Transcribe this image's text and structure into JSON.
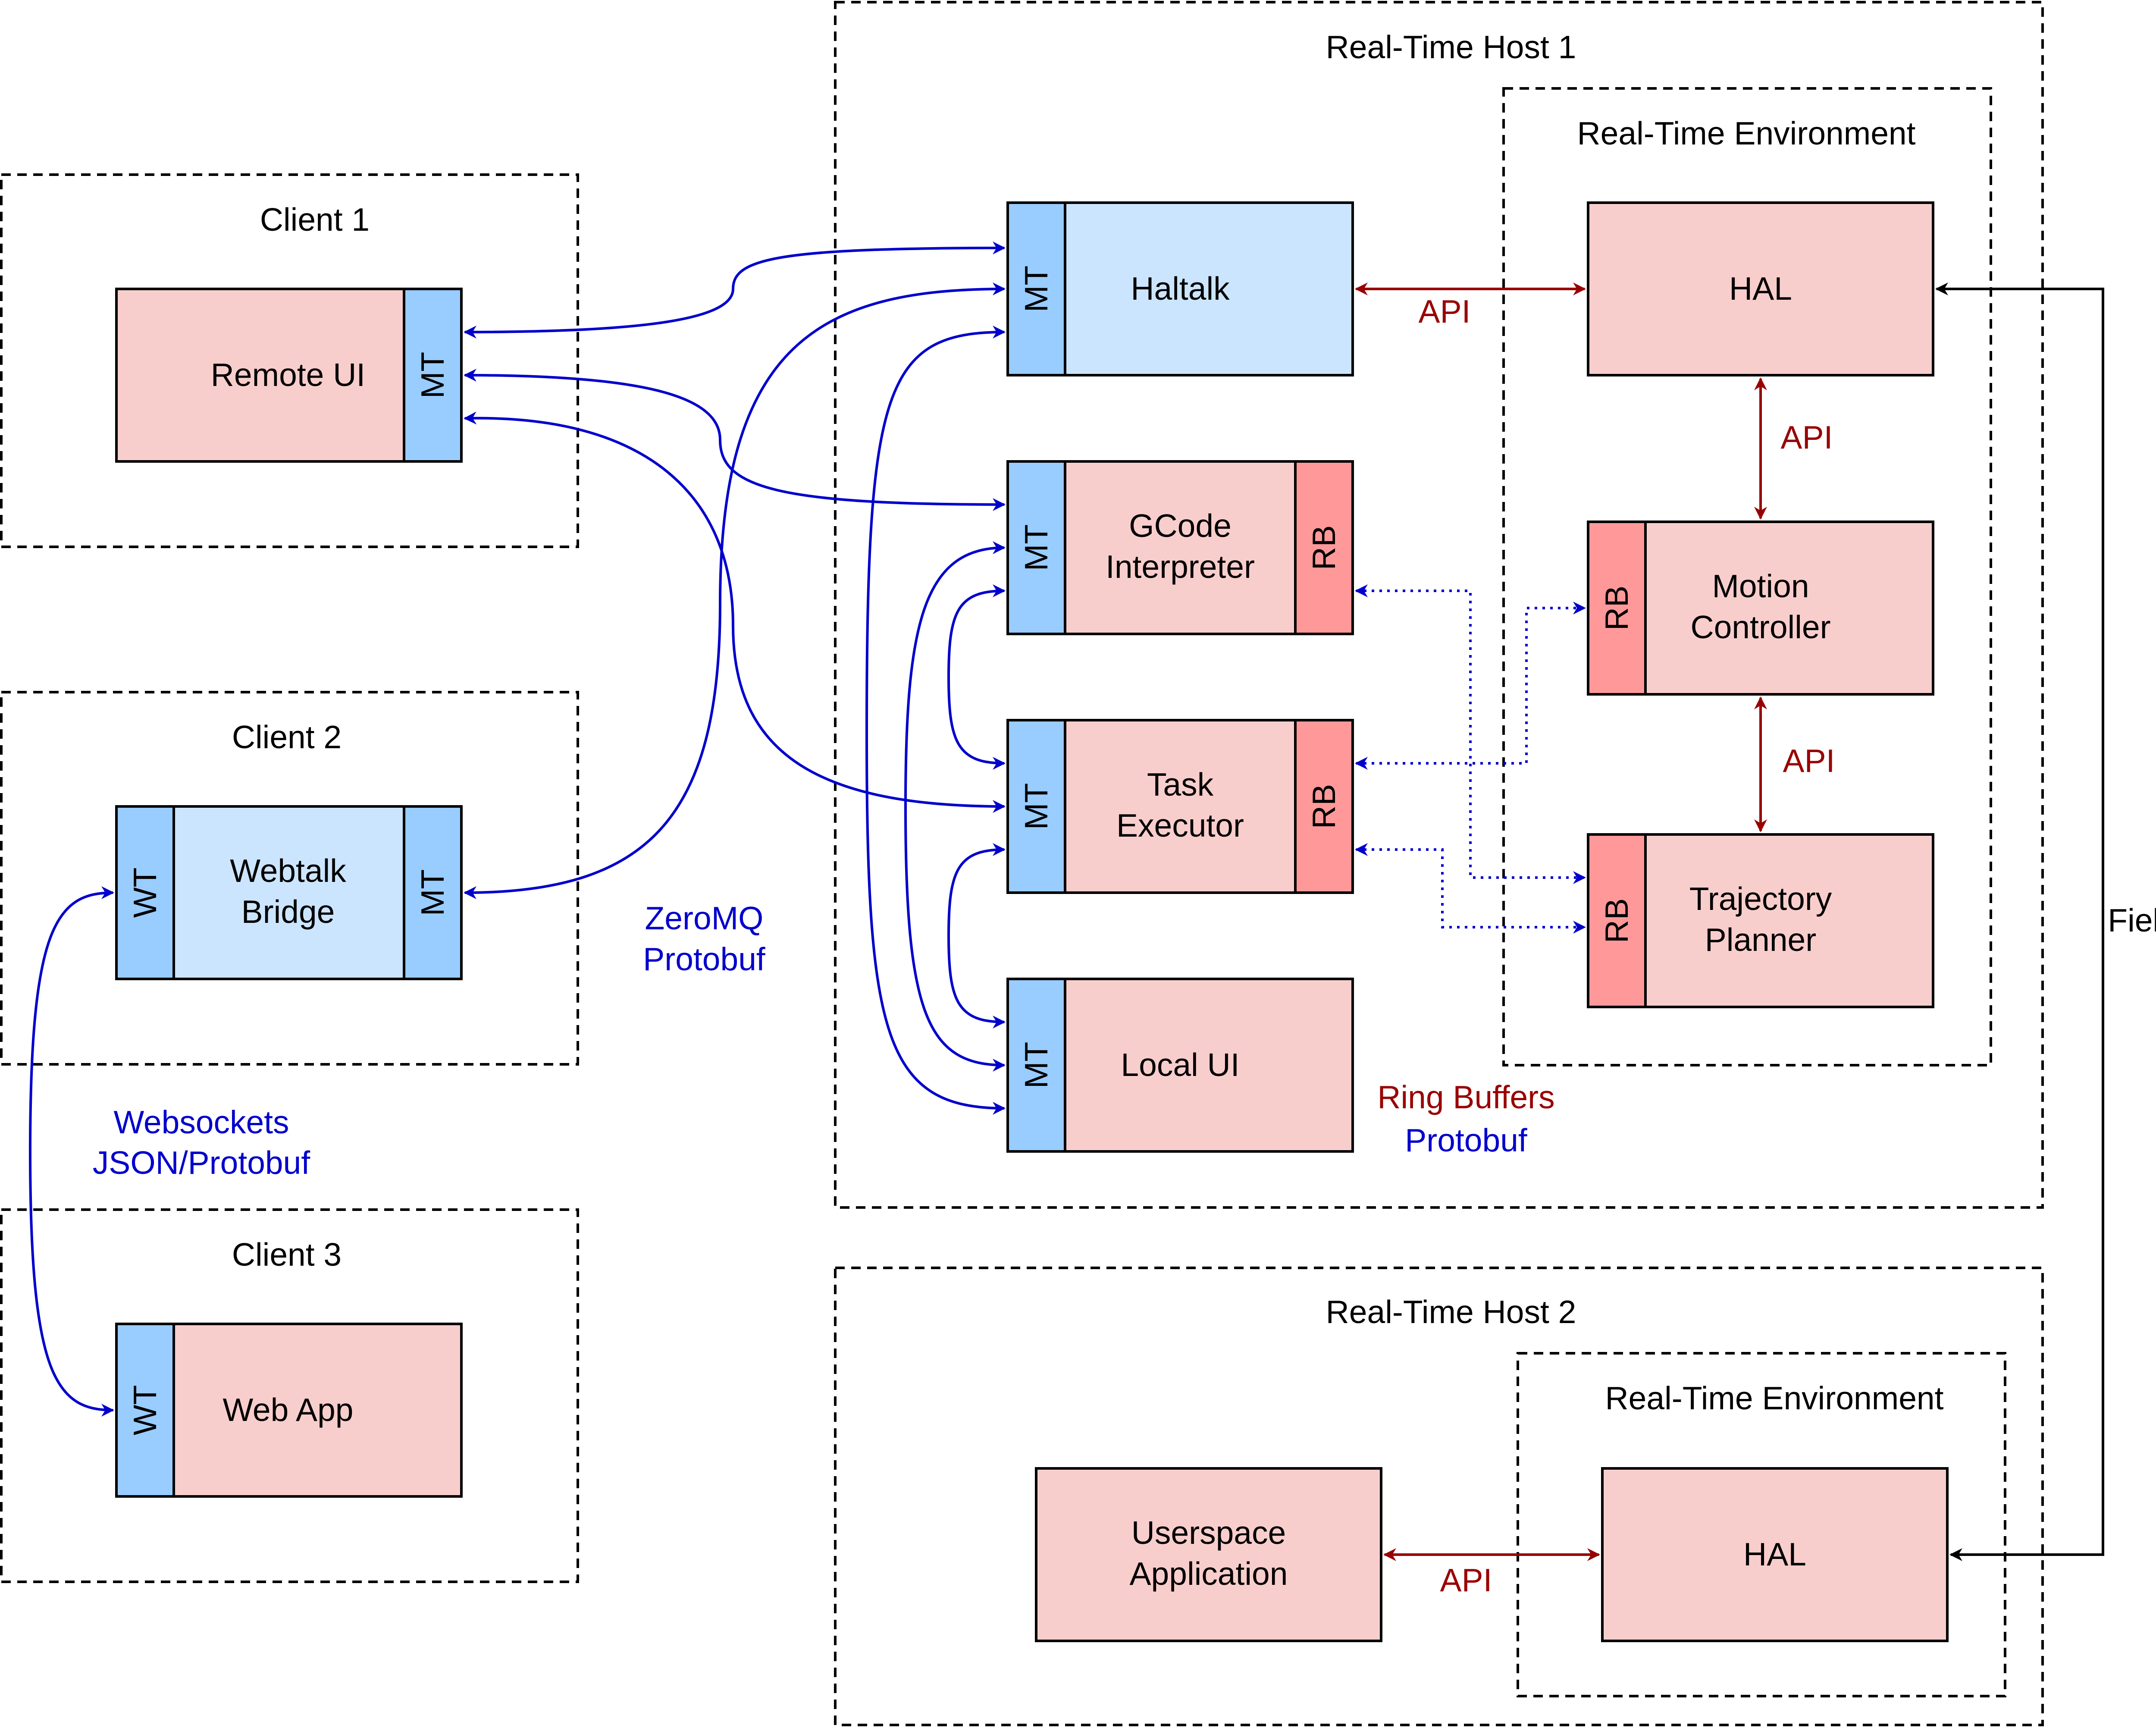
{
  "colors": {
    "pink": "#F8CECC",
    "pink_dark": "#FF9999",
    "blue_light": "#CCE5FF",
    "blue_mid": "#99CCFF",
    "zmq_blue": "#0000CC",
    "api_red": "#990000",
    "black": "#000000"
  },
  "groups": {
    "client1": "Client 1",
    "client2": "Client 2",
    "client3": "Client 3",
    "host1": "Real-Time Host 1",
    "host1_env": "Real-Time Environment",
    "host2": "Real-Time Host 2",
    "host2_env": "Real-Time Environment"
  },
  "components": {
    "remote_ui": "Remote UI",
    "webtalk_bridge": [
      "Webtalk",
      "Bridge"
    ],
    "web_app": "Web App",
    "haltalk": "Haltalk",
    "gcode_interpreter": [
      "GCode",
      "Interpreter"
    ],
    "task_executor": [
      "Task",
      "Executor"
    ],
    "local_ui": "Local UI",
    "hal1": "HAL",
    "motion_controller": [
      "Motion",
      "Controller"
    ],
    "trajectory_planner": [
      "Trajectory",
      "Planner"
    ],
    "userspace_app": [
      "Userspace",
      "Application"
    ],
    "hal2": "HAL"
  },
  "ports": {
    "mt": "MT",
    "wt": "WT",
    "rb": "RB"
  },
  "edge_labels": {
    "api": "API",
    "zeromq": [
      "ZeroMQ",
      "Protobuf"
    ],
    "websockets": [
      "Websockets",
      "JSON/Protobuf"
    ],
    "ring_buffers": "Ring Buffers",
    "ring_protobuf": "Protobuf",
    "fieldbus": "Fieldbus"
  }
}
